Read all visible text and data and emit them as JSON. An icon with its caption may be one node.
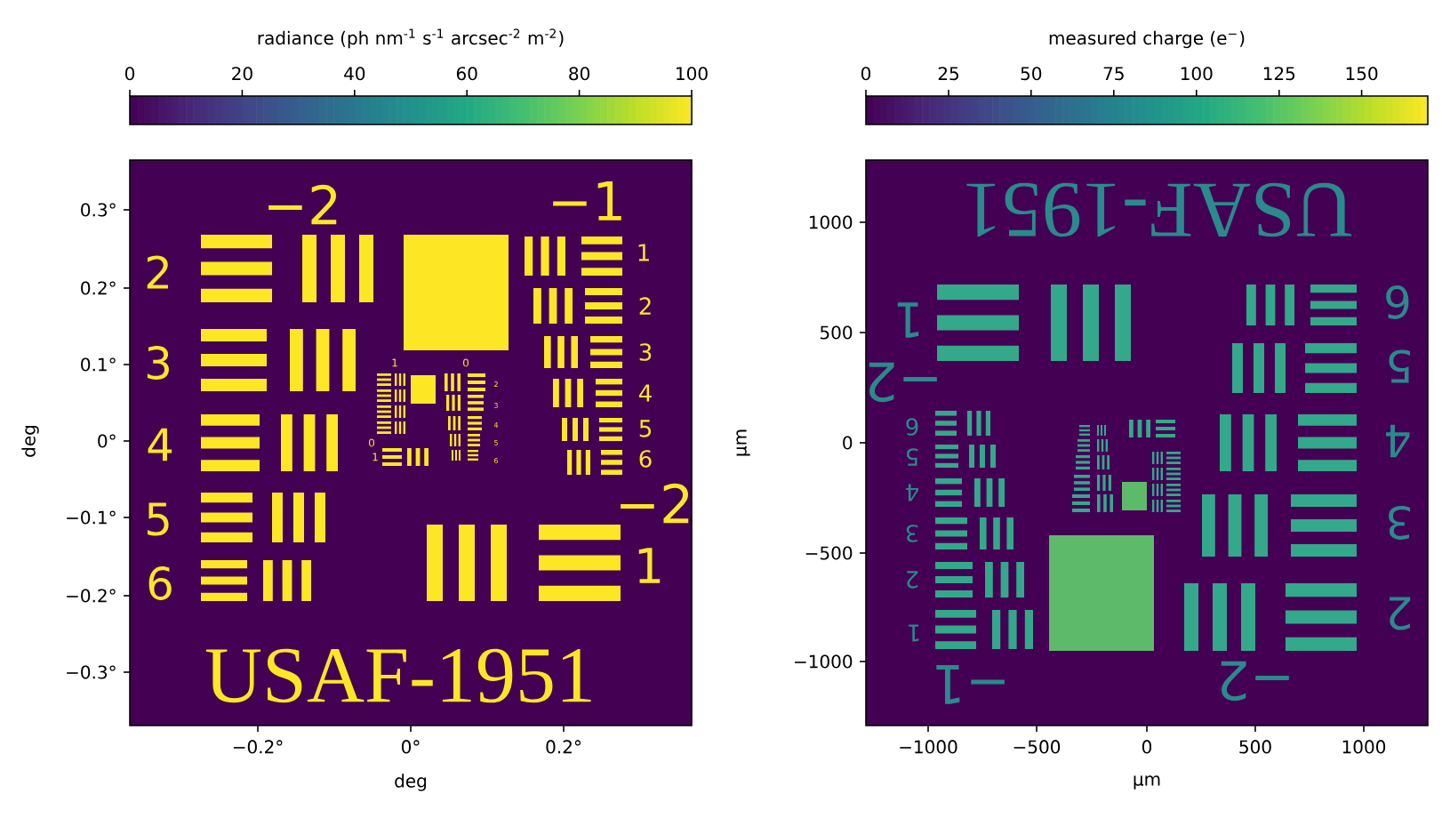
{
  "diagram": {
    "labels": [
      "radiance (ph nm$^{-1}$ s$^{-1}$ arcsec$^{-2}$ m$^{-2}$)",
      "0",
      "20",
      "40",
      "60",
      "80",
      "100",
      "measured charge (e$^{−}$)",
      "0",
      "25",
      "50",
      "75",
      "100",
      "125",
      "150",
      "−2",
      "−1",
      "2",
      "1",
      "2",
      "3",
      "1",
      "0",
      "3",
      "2",
      "4",
      "3",
      "4",
      "5",
      "4",
      "0",
      "5",
      "1",
      "6",
      "6",
      "5",
      "−2",
      "6",
      "1",
      "USAF-1951",
      "0.3°",
      "0.2°",
      "0.1°",
      "0°",
      "−0.1°",
      "−0.2°",
      "−0.3°",
      "−0.2°",
      "0°",
      "0.2°",
      "deg",
      "deg",
      "USAF-1951",
      "1",
      "6",
      "−2",
      "5",
      "6",
      "4",
      "5",
      "4",
      "3",
      "3",
      "2",
      "2",
      "1",
      "−1",
      "−2",
      "1000",
      "500",
      "0",
      "−500",
      "−1000",
      "−1000",
      "−500",
      "0",
      "500",
      "1000",
      "µm",
      "µm"
    ]
  }
}
